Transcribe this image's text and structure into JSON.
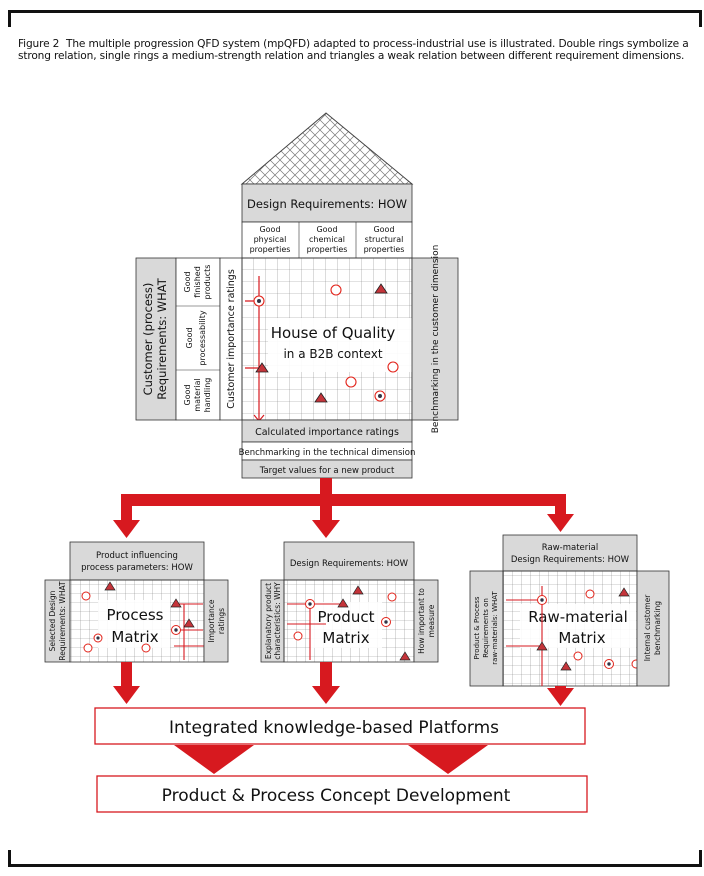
{
  "caption": {
    "number": "Figure 2",
    "text": "The multiple progression QFD system (mpQFD) adapted to process-industrial use is illustrated. Double rings symbolize a strong relation, single rings a medium-strength relation and triangles a weak relation between different requirement dimensions."
  },
  "house": {
    "design_requirements": "Design Requirements: HOW",
    "columns": [
      [
        "Good",
        "physical",
        "properties"
      ],
      [
        "Good",
        "chemical",
        "properties"
      ],
      [
        "Good",
        "structural",
        "properties"
      ]
    ],
    "customer_requirements": [
      "Customer (process)",
      "Requirements: WHAT"
    ],
    "rows": [
      [
        "Good",
        "finished",
        "products"
      ],
      [
        "Good",
        "processability"
      ],
      [
        "Good",
        "material",
        "handling"
      ]
    ],
    "importance_ratings": "Customer importance ratings",
    "title": "House of Quality",
    "subtitle": "in a B2B context",
    "benchmarking_customer": "Benchmarking in the customer dimension",
    "calculated": "Calculated importance ratings",
    "benchmarking_technical": "Benchmarking in the technical dimension",
    "target_values": "Target values for a new product"
  },
  "process_matrix": {
    "header": [
      "Product influencing",
      "process parameters: HOW"
    ],
    "left": [
      "Selected Design",
      "Requirements: WHAT"
    ],
    "title": [
      "Process",
      "Matrix"
    ],
    "right": [
      "Importance",
      "ratings"
    ]
  },
  "product_matrix": {
    "header": "Design Requirements: HOW",
    "left": [
      "Explanatory product",
      "characteristics: WHY"
    ],
    "title": [
      "Product",
      "Matrix"
    ],
    "right": [
      "How important to",
      "measure"
    ]
  },
  "raw_matrix": {
    "header": [
      "Raw-material",
      "Design Requirements: HOW"
    ],
    "left": [
      "Product & Process",
      "Requirements on",
      "raw-materials: WHAT"
    ],
    "title": [
      "Raw-material",
      "Matrix"
    ],
    "right": [
      "Internal customer",
      "benchmarking"
    ]
  },
  "platforms": "Integrated knowledge-based Platforms",
  "concept": "Product & Process Concept Development",
  "colors": {
    "red": "#d7191f",
    "symbol_red": "#e2231a",
    "panel": "#d9d9d9",
    "grid": "#8a8a8a"
  }
}
